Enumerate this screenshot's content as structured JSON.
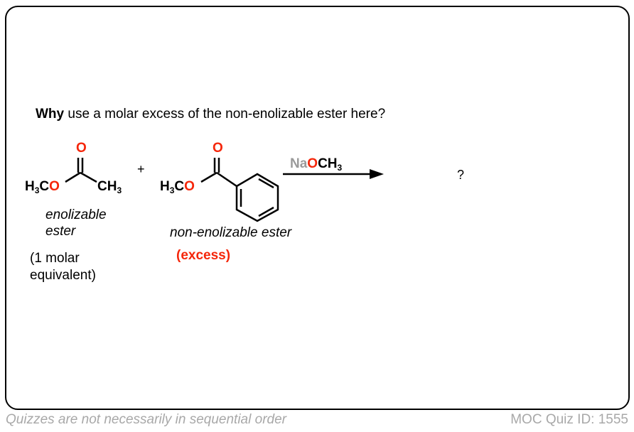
{
  "question": {
    "bold": "Why",
    "rest": " use a molar excess of the non-enolizable ester here?"
  },
  "reactant1": {
    "left_group": "H",
    "left_sub": "3",
    "left_c": "C",
    "oxygen": "O",
    "carbonyl_o": "O",
    "right_group": "CH",
    "right_sub": "3",
    "name_line1": "enolizable",
    "name_line2": "ester",
    "amount_line1": "(1 molar",
    "amount_line2": "equivalent)"
  },
  "plus": "+",
  "reactant2": {
    "left_group": "H",
    "left_sub": "3",
    "left_c": "C",
    "oxygen": "O",
    "carbonyl_o": "O",
    "name": "non-enolizable ester",
    "amount": "(excess)"
  },
  "reagent": {
    "na": "Na",
    "o": "O",
    "ch": "CH",
    "sub": "3"
  },
  "product": "?",
  "footer": {
    "left": "Quizzes are not necessarily in sequential order",
    "right": "MOC Quiz ID: 1555"
  },
  "colors": {
    "oxygen": "#f5260a",
    "sodium": "#9a9a9a",
    "footer": "#a8a8a8"
  }
}
